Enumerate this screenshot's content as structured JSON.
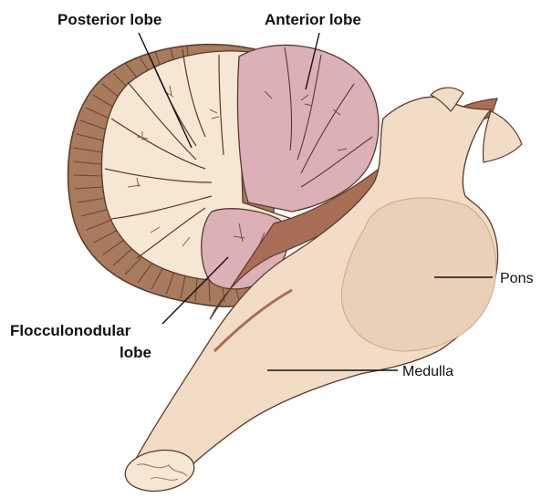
{
  "labels": {
    "posterior_lobe": "Posterior lobe",
    "anterior_lobe": "Anterior lobe",
    "flocculonodular_line1": "Flocculonodular",
    "flocculonodular_line2": "lobe",
    "pons": "Pons",
    "medulla": "Medulla"
  },
  "colors": {
    "cortex_folia": "#a87a5e",
    "cortex_dark": "#8a5a42",
    "white_matter": "#f6e7d4",
    "anterior_fill": "#ddb0b8",
    "brainstem": "#f2dcc5",
    "brainstem_shadow": "#a86e55",
    "outline": "#5a3a2a"
  }
}
